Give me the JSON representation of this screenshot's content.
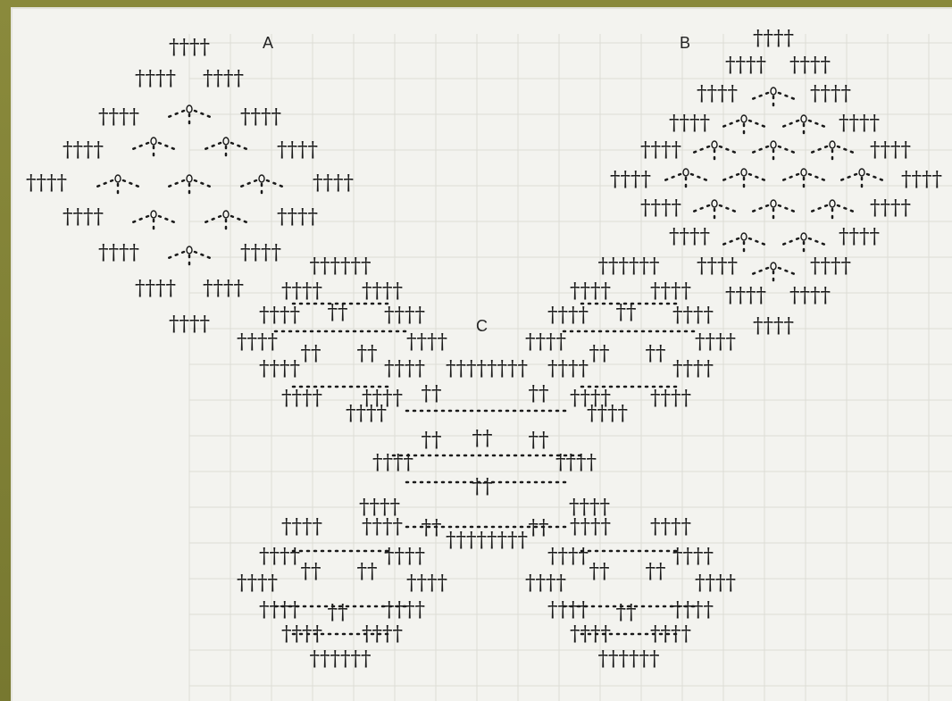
{
  "labels": {
    "a": "A",
    "b": "B",
    "c": "C"
  },
  "symbols": {
    "stitch_4": "††††",
    "stitch_2": "††",
    "stitch_6": "††††††",
    "stitch_8": "††††††††"
  },
  "colors": {
    "frame": "#7e7f32",
    "panel": "#f3f3ef",
    "ink": "#1a1a1a",
    "grid": "#dcdcd6"
  }
}
